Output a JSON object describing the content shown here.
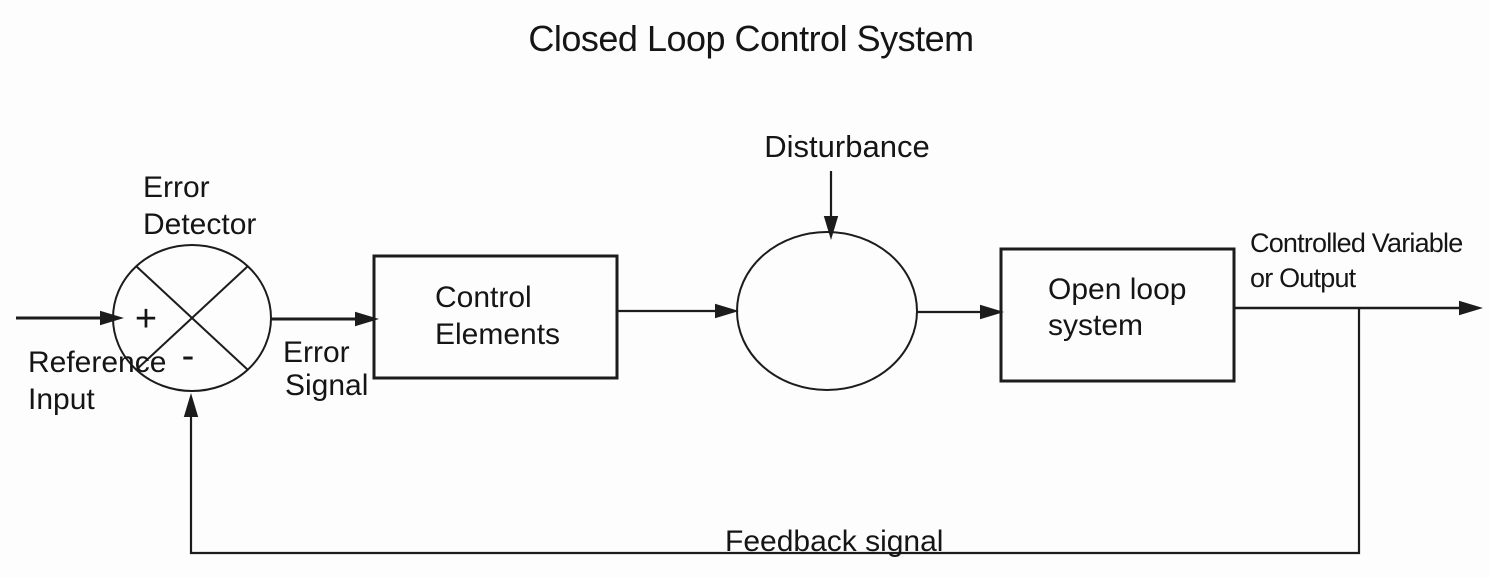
{
  "title": "Closed Loop Control System",
  "labels": {
    "error_detector": {
      "line1": "Error",
      "line2": "Detector"
    },
    "reference_input": {
      "line1": "Reference",
      "line2": "Input"
    },
    "error_signal": {
      "line1": "Error",
      "line2": "Signal"
    },
    "disturbance": "Disturbance",
    "controlled_variable": {
      "line1": "Controlled Variable",
      "line2": "or Output"
    },
    "feedback_signal": "Feedback signal"
  },
  "blocks": {
    "control_elements": {
      "line1": "Control",
      "line2": "Elements"
    },
    "open_loop_system": {
      "line1": "Open loop",
      "line2": "system"
    }
  },
  "summing_junction": {
    "plus": "+",
    "minus": "-"
  },
  "colors": {
    "line": "#1c1c1c",
    "ink": "#151515",
    "bg": "#fdfdfd"
  }
}
